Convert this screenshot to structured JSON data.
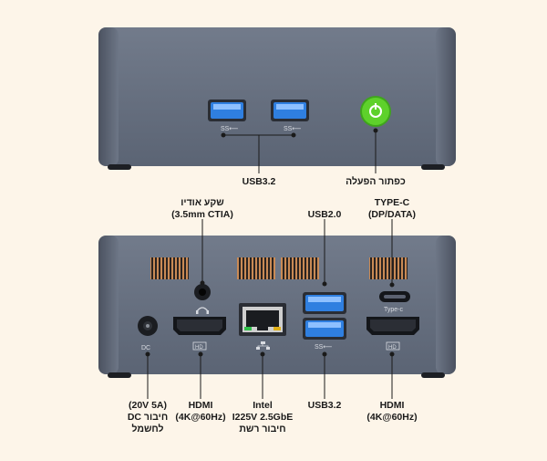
{
  "labels": {
    "usb32_top": "USB3.2",
    "power_button": "כפתור הפעלה",
    "audio_jack": [
      "שקע אודיו",
      "(3.5mm CTIA)"
    ],
    "usb20": "USB2.0",
    "typec": [
      "TYPE-C",
      "(DP/DATA)"
    ],
    "dc": [
      "(20V 5A)",
      "DC חיבור",
      "לחשמל"
    ],
    "hdmi_left": [
      "HDMI",
      "(4K@60Hz)"
    ],
    "ethernet": [
      "Intel",
      "I225V 2.5GbE",
      "חיבור רשת"
    ],
    "usb32_bottom": "USB3.2",
    "hdmi_right": [
      "HDMI",
      "(4K@60Hz)"
    ]
  },
  "port_marks": {
    "ss_top_left": "SS⟵",
    "ss_top_right": "SS⟵",
    "dc": "DC",
    "typec": "Type-c",
    "ss_bottom": "SS⟵",
    "hdmi_icon": "HD"
  },
  "colors": {
    "background": "#fdf5e9",
    "chassis": "#5d6677",
    "usb_blue": "#2f7fe0",
    "power_green": "#5ed12b",
    "vent": "#c98a55"
  },
  "icons": [
    "headphone-icon",
    "network-icon",
    "hdmi-icon",
    "usb-ss-icon"
  ]
}
